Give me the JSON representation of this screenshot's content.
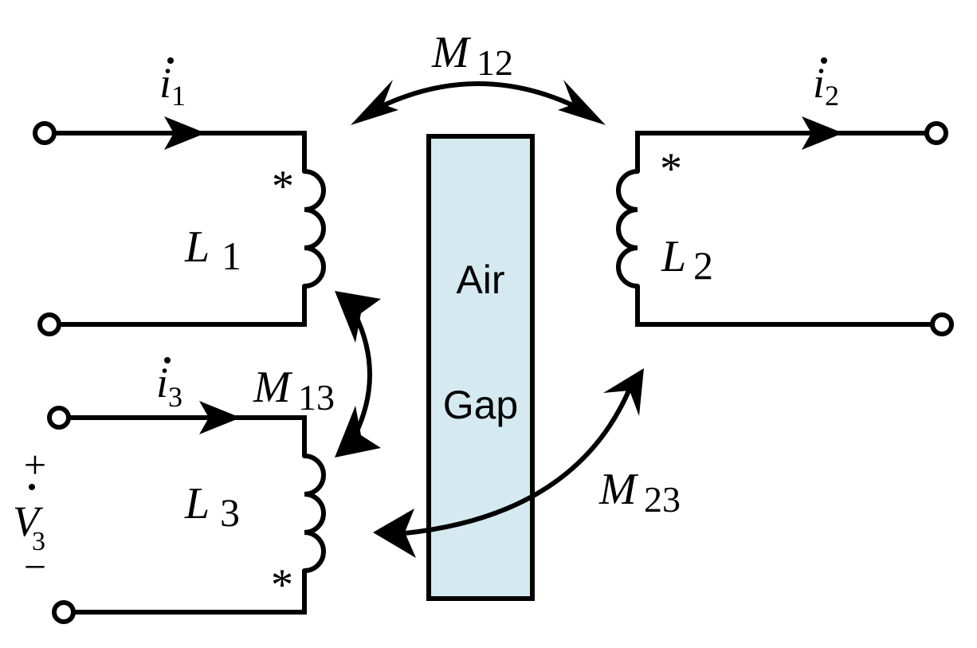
{
  "labels": {
    "current1": {
      "main": "i",
      "sub": "1"
    },
    "current2": {
      "main": "i",
      "sub": "2"
    },
    "current3": {
      "main": "i",
      "sub": "3"
    },
    "L1": {
      "main": "L",
      "sub": "1"
    },
    "L2": {
      "main": "L",
      "sub": "2"
    },
    "L3": {
      "main": "L",
      "sub": "3"
    },
    "M12": {
      "main": "M",
      "sub": "12"
    },
    "M13": {
      "main": "M",
      "sub": "13"
    },
    "M23": {
      "main": "M",
      "sub": "23"
    },
    "V3": {
      "main": "V",
      "sub": "3",
      "plus": "+",
      "minus": "−"
    },
    "dot_mark": "*",
    "gap_line1": "Air",
    "gap_line2": "Gap"
  },
  "colors": {
    "air_gap_fill": "#d4eaf0",
    "stroke": "#000000"
  }
}
